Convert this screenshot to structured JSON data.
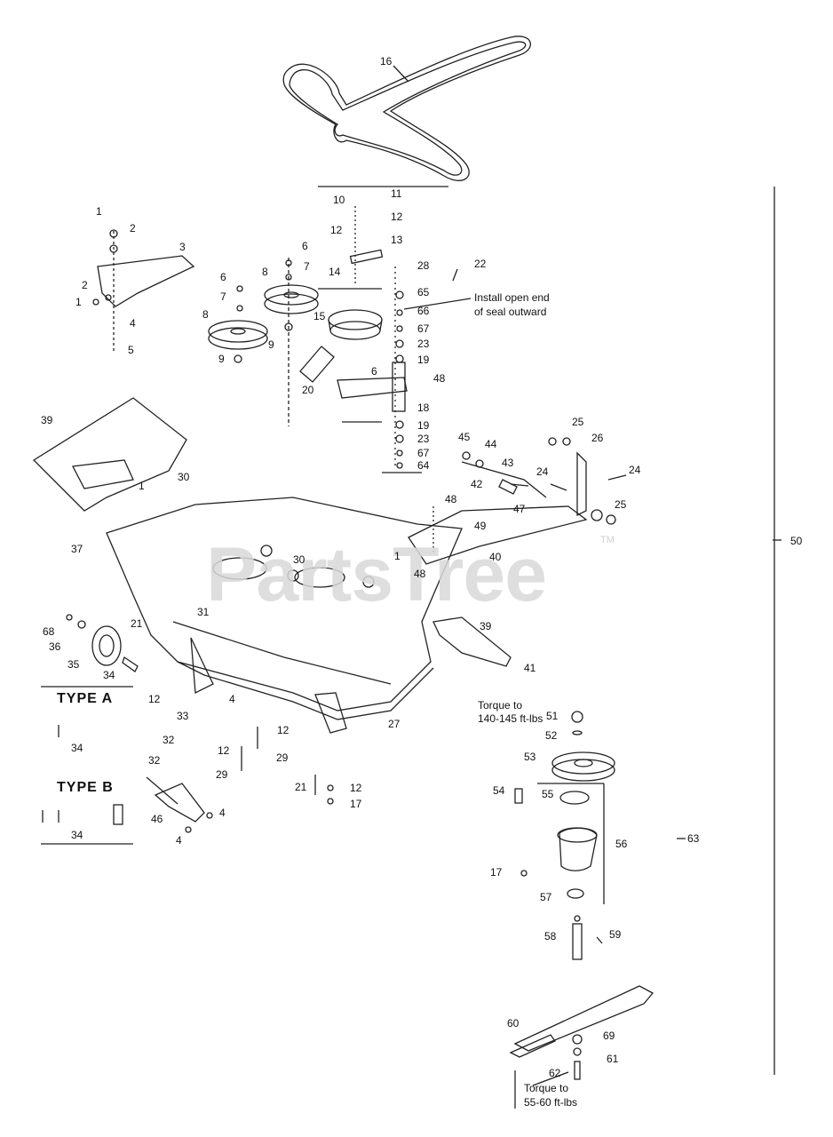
{
  "watermark": {
    "brand": "PartsTree",
    "tm": "TM"
  },
  "notes": {
    "seal_line1": "Install open end",
    "seal_line2": "of seal outward",
    "torque_top_1": "Torque to",
    "torque_top_2": "140-145 ft-lbs",
    "torque_bottom_1": "Torque to",
    "torque_bottom_2": "55-60 ft-lbs"
  },
  "types": {
    "type_a": "TYPE A",
    "type_b": "TYPE B",
    "type_a_part": "34",
    "type_b_part": "34"
  },
  "callouts": [
    {
      "id": "c16",
      "text": "16"
    },
    {
      "id": "c10",
      "text": "10"
    },
    {
      "id": "c11",
      "text": "11"
    },
    {
      "id": "c12a",
      "text": "12"
    },
    {
      "id": "c12b",
      "text": "12"
    },
    {
      "id": "c13",
      "text": "13"
    },
    {
      "id": "c14",
      "text": "14"
    },
    {
      "id": "c28",
      "text": "28"
    },
    {
      "id": "c22",
      "text": "22"
    },
    {
      "id": "c65",
      "text": "65"
    },
    {
      "id": "c66",
      "text": "66"
    },
    {
      "id": "c67a",
      "text": "67"
    },
    {
      "id": "c23a",
      "text": "23"
    },
    {
      "id": "c19a",
      "text": "19"
    },
    {
      "id": "c48a",
      "text": "48"
    },
    {
      "id": "c18",
      "text": "18"
    },
    {
      "id": "c19b",
      "text": "19"
    },
    {
      "id": "c23b",
      "text": "23"
    },
    {
      "id": "c67b",
      "text": "67"
    },
    {
      "id": "c64",
      "text": "64"
    },
    {
      "id": "c1a",
      "text": "1"
    },
    {
      "id": "c2a",
      "text": "2"
    },
    {
      "id": "c3",
      "text": "3"
    },
    {
      "id": "c2b",
      "text": "2"
    },
    {
      "id": "c1b",
      "text": "1"
    },
    {
      "id": "c4a",
      "text": "4"
    },
    {
      "id": "c5",
      "text": "5"
    },
    {
      "id": "c6a",
      "text": "6"
    },
    {
      "id": "c7a",
      "text": "7"
    },
    {
      "id": "c8a",
      "text": "8"
    },
    {
      "id": "c6b",
      "text": "6"
    },
    {
      "id": "c7b",
      "text": "7"
    },
    {
      "id": "c8b",
      "text": "8"
    },
    {
      "id": "c9a",
      "text": "9"
    },
    {
      "id": "c9b",
      "text": "9"
    },
    {
      "id": "c15",
      "text": "15"
    },
    {
      "id": "c20",
      "text": "20"
    },
    {
      "id": "c6c",
      "text": "6"
    },
    {
      "id": "c39a",
      "text": "39"
    },
    {
      "id": "c1c",
      "text": "1"
    },
    {
      "id": "c30a",
      "text": "30"
    },
    {
      "id": "c37",
      "text": "37"
    },
    {
      "id": "c45",
      "text": "45"
    },
    {
      "id": "c44",
      "text": "44"
    },
    {
      "id": "c43",
      "text": "43"
    },
    {
      "id": "c42",
      "text": "42"
    },
    {
      "id": "c47",
      "text": "47"
    },
    {
      "id": "c48b",
      "text": "48"
    },
    {
      "id": "c49",
      "text": "49"
    },
    {
      "id": "c40",
      "text": "40"
    },
    {
      "id": "c25a",
      "text": "25"
    },
    {
      "id": "c26",
      "text": "26"
    },
    {
      "id": "c24a",
      "text": "24"
    },
    {
      "id": "c24b",
      "text": "24"
    },
    {
      "id": "c25b",
      "text": "25"
    },
    {
      "id": "c50",
      "text": "50"
    },
    {
      "id": "c30b",
      "text": "30"
    },
    {
      "id": "c1d",
      "text": "1"
    },
    {
      "id": "c48c",
      "text": "48"
    },
    {
      "id": "c31",
      "text": "31"
    },
    {
      "id": "c21a",
      "text": "21"
    },
    {
      "id": "c68",
      "text": "68"
    },
    {
      "id": "c36",
      "text": "36"
    },
    {
      "id": "c35a",
      "text": "35"
    },
    {
      "id": "c34a",
      "text": "34"
    },
    {
      "id": "c39b",
      "text": "39"
    },
    {
      "id": "c41",
      "text": "41"
    },
    {
      "id": "c12c",
      "text": "12"
    },
    {
      "id": "c33",
      "text": "33"
    },
    {
      "id": "c4b",
      "text": "4"
    },
    {
      "id": "c27",
      "text": "27"
    },
    {
      "id": "c32a",
      "text": "32"
    },
    {
      "id": "c32b",
      "text": "32"
    },
    {
      "id": "c12d",
      "text": "12"
    },
    {
      "id": "c12e",
      "text": "12"
    },
    {
      "id": "c29a",
      "text": "29"
    },
    {
      "id": "c29b",
      "text": "29"
    },
    {
      "id": "c21b",
      "text": "21"
    },
    {
      "id": "c12f",
      "text": "12"
    },
    {
      "id": "c17a",
      "text": "17"
    },
    {
      "id": "c46",
      "text": "46"
    },
    {
      "id": "c4c",
      "text": "4"
    },
    {
      "id": "c4d",
      "text": "4"
    },
    {
      "id": "c51",
      "text": "51"
    },
    {
      "id": "c52",
      "text": "52"
    },
    {
      "id": "c53",
      "text": "53"
    },
    {
      "id": "c54",
      "text": "54"
    },
    {
      "id": "c55",
      "text": "55"
    },
    {
      "id": "c56",
      "text": "56"
    },
    {
      "id": "c63",
      "text": "63"
    },
    {
      "id": "c17b",
      "text": "17"
    },
    {
      "id": "c57",
      "text": "57"
    },
    {
      "id": "c58",
      "text": "58"
    },
    {
      "id": "c59",
      "text": "59"
    },
    {
      "id": "c60",
      "text": "60"
    },
    {
      "id": "c69",
      "text": "69"
    },
    {
      "id": "c61",
      "text": "61"
    },
    {
      "id": "c62",
      "text": "62"
    }
  ]
}
